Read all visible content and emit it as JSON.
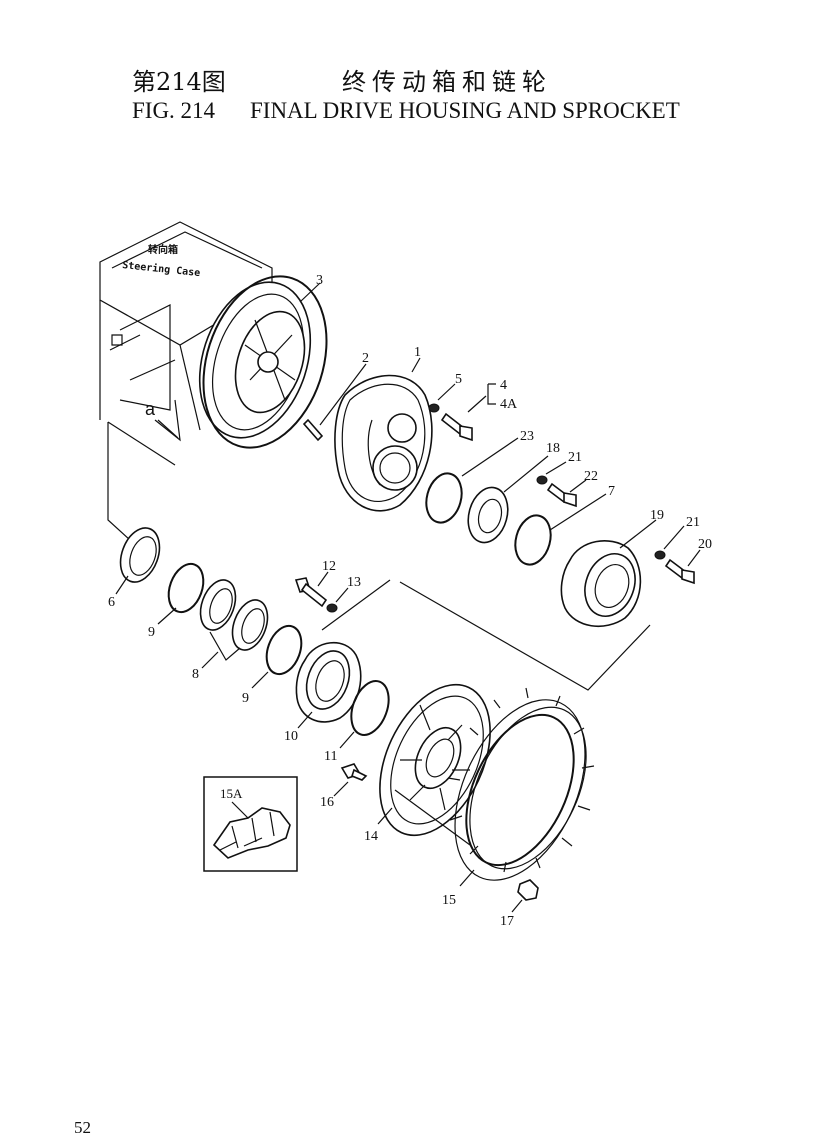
{
  "header": {
    "figure_cn": "第214图",
    "title_cn": "终传动箱和链轮",
    "figure_en": "FIG. 214",
    "title_en": "FINAL DRIVE HOUSING AND SPROCKET"
  },
  "case_label": {
    "cn": "转向箱",
    "en": "Steering Case",
    "a": "a"
  },
  "callouts": {
    "p1": "1",
    "p2": "2",
    "p3": "3",
    "p4": "4",
    "p4a": "4A",
    "p5": "5",
    "p6": "6",
    "p7": "7",
    "p8": "8",
    "p9a": "9",
    "p9b": "9",
    "p10": "10",
    "p11": "11",
    "p12": "12",
    "p13": "13",
    "p14": "14",
    "p15": "15",
    "p15a": "15A",
    "p16": "16",
    "p17": "17",
    "p18": "18",
    "p19": "19",
    "p20": "20",
    "p21a": "21",
    "p21b": "21",
    "p22": "22",
    "p23": "23"
  },
  "page_number": "52"
}
